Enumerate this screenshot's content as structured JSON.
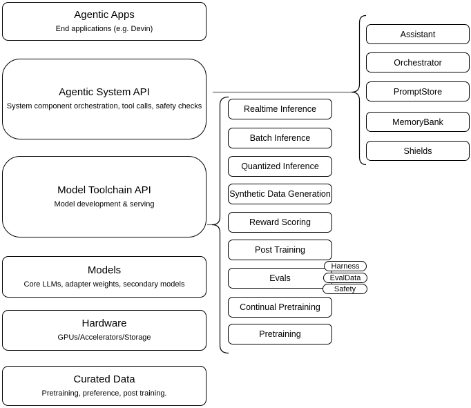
{
  "diagram": {
    "background": "#ffffff",
    "stroke_color": "#000000",
    "node_fill": "#ffffff",
    "stack": [
      {
        "title": "Agentic Apps",
        "subtitle": "End applications (e.g. Devin)"
      },
      {
        "title": "Agentic System API",
        "subtitle": "System component orchestration, tool calls, safety checks"
      },
      {
        "title": "Model Toolchain API",
        "subtitle": "Model development & serving"
      },
      {
        "title": "Models",
        "subtitle": "Core LLMs, adapter weights, secondary models"
      },
      {
        "title": "Hardware",
        "subtitle": "GPUs/Accelerators/Storage"
      },
      {
        "title": "Curated Data",
        "subtitle": "Pretraining, preference, post training."
      }
    ],
    "toolchain_items": [
      {
        "label": "Realtime Inference"
      },
      {
        "label": "Batch Inference"
      },
      {
        "label": "Quantized Inference"
      },
      {
        "label": "Synthetic Data Generation"
      },
      {
        "label": "Reward Scoring"
      },
      {
        "label": "Post Training"
      },
      {
        "label": "Evals"
      },
      {
        "label": "Continual Pretraining"
      },
      {
        "label": "Pretraining"
      }
    ],
    "evals_tags": [
      {
        "label": "Harness"
      },
      {
        "label": "EvalData"
      },
      {
        "label": "Safety"
      }
    ],
    "system_components": [
      {
        "label": "Assistant"
      },
      {
        "label": "Orchestrator"
      },
      {
        "label": "PromptStore"
      },
      {
        "label": "MemoryBank"
      },
      {
        "label": "Shields"
      }
    ]
  }
}
